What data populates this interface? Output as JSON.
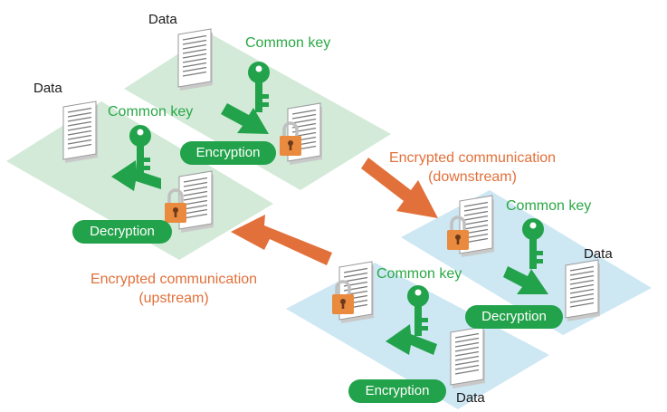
{
  "colors": {
    "green_panel": "#d3ead8",
    "blue_panel": "#cde7f3",
    "green": "#22a24a",
    "orange": "#e2703a",
    "lock": "#e98a3e"
  },
  "labels": {
    "data": "Data",
    "common_key": "Common key",
    "encryption": "Encryption",
    "decryption": "Decryption",
    "downstream_line1": "Encrypted communication",
    "downstream_line2": "(downstream)",
    "upstream_line1": "Encrypted communication",
    "upstream_line2": "(upstream)"
  },
  "icons": [
    "document-icon",
    "key-icon",
    "lock-icon",
    "arrow-icon"
  ]
}
